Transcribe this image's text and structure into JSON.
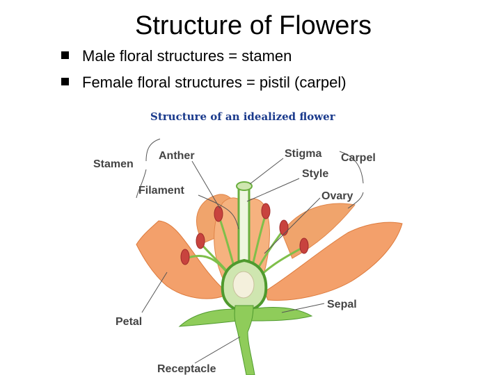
{
  "title": "Structure of Flowers",
  "bullets": [
    "Male floral structures = stamen",
    "Female floral structures = pistil (carpel)"
  ],
  "diagram": {
    "subtitle": "Structure of an idealized flower",
    "labels": {
      "stamen": "Stamen",
      "anther": "Anther",
      "filament": "Filament",
      "stigma": "Stigma",
      "carpel": "Carpel",
      "style": "Style",
      "ovary": "Ovary",
      "sepal": "Sepal",
      "petal": "Petal",
      "receptacle": "Receptacle"
    },
    "colors": {
      "petal": "#f3a06b",
      "petal_dark": "#e07a3e",
      "stem": "#7fbf4a",
      "stem_dark": "#4f9a2e",
      "anther": "#c8433e",
      "label": "#444444",
      "subtitle": "#1a3a8c"
    }
  }
}
